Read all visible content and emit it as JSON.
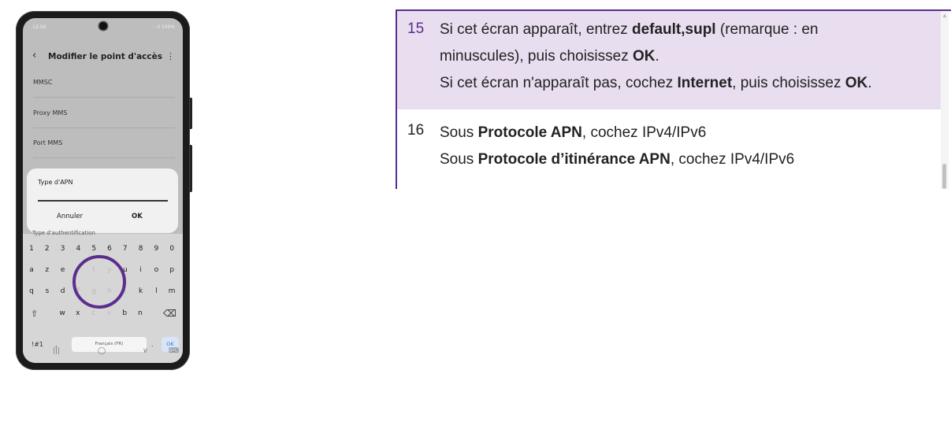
{
  "phone": {
    "status": {
      "time": "12:56",
      "indicators": "⁘.ıl 100%"
    },
    "appbar": {
      "back_icon": "‹",
      "title": "Modifier le point d'accès",
      "more_icon": "⋮"
    },
    "fields": [
      "MMSC",
      "Proxy MMS",
      "Port MMS"
    ],
    "dialog": {
      "label": "Type d'APN",
      "cancel": "Annuler",
      "ok": "OK"
    },
    "keyboard": {
      "hidden_label": "Type d'authentification",
      "row_numbers": [
        "1",
        "2",
        "3",
        "4",
        "5",
        "6",
        "7",
        "8",
        "9",
        "0"
      ],
      "row_1": [
        "a",
        "z",
        "e",
        "r",
        "t",
        "y",
        "u",
        "i",
        "o",
        "p"
      ],
      "row_2": [
        "q",
        "s",
        "d",
        "f",
        "g",
        "h",
        "j",
        "k",
        "l",
        "m"
      ],
      "row_3": [
        "w",
        "x",
        "c",
        "v",
        "b",
        "n"
      ],
      "shift": "⇧",
      "backspace": "⌫",
      "symbols": "!#1",
      "comma": ",",
      "space": "Français (FR)",
      "period": ".",
      "ok": "OK"
    },
    "navbar": {
      "recent": "|||",
      "home": "◯",
      "back": "∨",
      "keyboard_icon": "⌨"
    }
  },
  "steps": [
    {
      "number": "15",
      "lines": [
        {
          "pre": "Si cet écran apparaît, entrez ",
          "bold": "default,supl",
          "post": " (remarque : en"
        },
        {
          "pre": "minuscules), puis choisissez ",
          "bold": "OK",
          "post": "."
        },
        {
          "pre": "Si cet écran n'apparaît pas, cochez ",
          "bold": "Internet",
          "mid": ", puis choisissez ",
          "bold2": "OK",
          "post": "."
        }
      ]
    },
    {
      "number": "16",
      "lines": [
        {
          "pre": "Sous ",
          "bold": "Protocole APN",
          "post": ", cochez IPv4/IPv6"
        },
        {
          "pre": "Sous ",
          "bold": "Protocole d’itinérance APN",
          "post": ", cochez IPv4/IPv6"
        }
      ]
    }
  ],
  "colors": {
    "accent": "#5b2d8e",
    "highlight_bg": "#e9def0"
  }
}
